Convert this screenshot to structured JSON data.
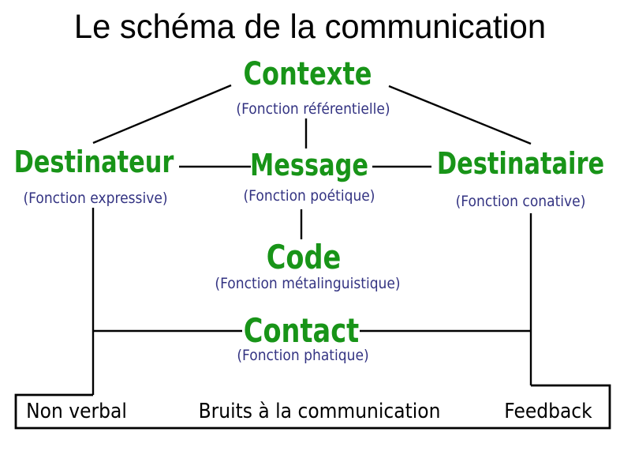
{
  "title": "Le schéma de la communication",
  "colors": {
    "node_green": "#189418",
    "function_blue": "#333382",
    "line_black": "#000000",
    "background": "#ffffff"
  },
  "nodes": {
    "contexte": {
      "label": "Contexte",
      "function": "(Fonction référentielle)"
    },
    "destinateur": {
      "label": "Destinateur",
      "function": "(Fonction expressive)"
    },
    "message": {
      "label": "Message",
      "function": "(Fonction poétique)"
    },
    "destinataire": {
      "label": "Destinataire",
      "function": "(Fonction conative)"
    },
    "code": {
      "label": "Code",
      "function": "(Fonction métalinguistique)"
    },
    "contact": {
      "label": "Contact",
      "function": "(Fonction phatique)"
    }
  },
  "bottom_box": {
    "items": [
      "Non verbal",
      "Bruits à la communication",
      "Feedback"
    ]
  }
}
